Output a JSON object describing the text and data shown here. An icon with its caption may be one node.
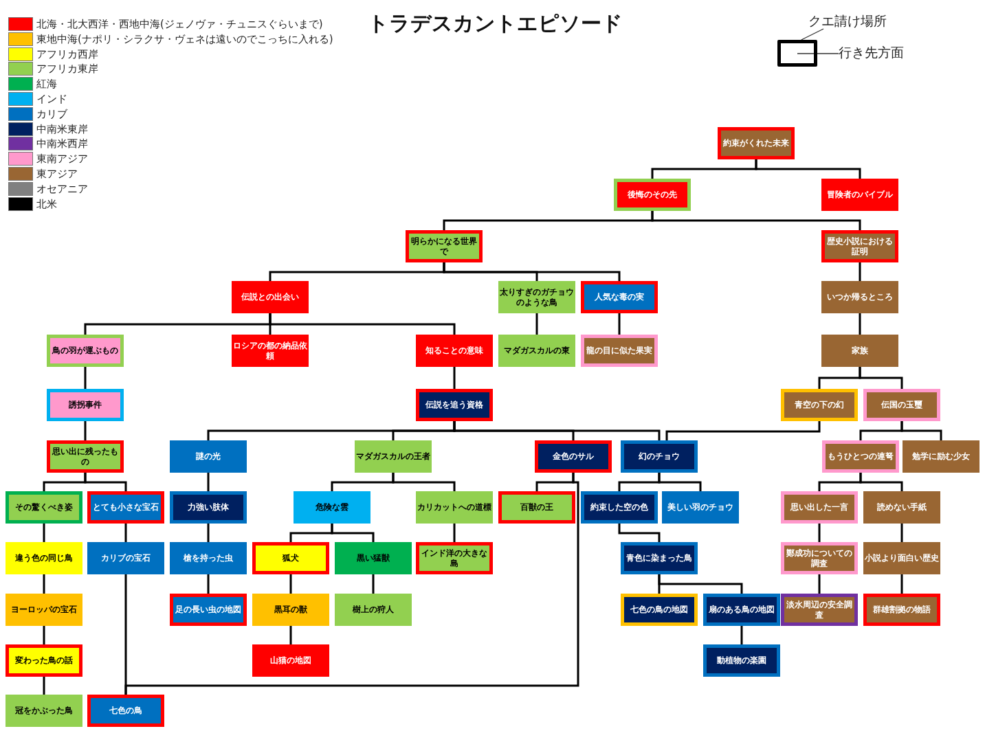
{
  "diagram": {
    "title": "トラデスカントエピソード",
    "nodes": [
      {
        "text": [
          "クエ請け場所"
        ]
      },
      {
        "text": [],
        "shape": "box"
      },
      {
        "text": [
          "行き先方面"
        ]
      },
      {
        "text": [
          "約束がくれた未来"
        ]
      },
      {
        "text": [
          "後悔のその先"
        ]
      },
      {
        "text": [
          "冒険者のバイブル"
        ]
      },
      {
        "text": [
          "明らかになる世界で"
        ]
      },
      {
        "text": [
          "歴史小説における証明"
        ]
      },
      {
        "text": [
          "伝説との出会い"
        ]
      },
      {
        "text": [
          "太りすぎのガチョウのような鳥"
        ]
      },
      {
        "text": [
          "人気な毒の実"
        ]
      },
      {
        "text": [
          "いつか帰るところ"
        ]
      },
      {
        "text": [
          "鳥の羽が運ぶもの"
        ]
      },
      {
        "text": [
          "ロシアの都の納品依頼"
        ]
      },
      {
        "text": [
          "知ることの意味"
        ]
      },
      {
        "text": [
          "マダガスカルの東"
        ]
      },
      {
        "text": [
          "龍の目に似た果実"
        ]
      },
      {
        "text": [
          "家族"
        ]
      },
      {
        "text": [
          "誘拐事件"
        ]
      },
      {
        "text": [
          "伝説を追う資格"
        ]
      },
      {
        "text": [
          "青空の下の幻"
        ]
      },
      {
        "text": [
          "伝国の玉璽"
        ]
      },
      {
        "text": [
          "思い出に残ったもの"
        ]
      },
      {
        "text": [
          "謎の光"
        ]
      },
      {
        "text": [
          "マダガスカルの王者"
        ]
      },
      {
        "text": [
          "金色のサル"
        ]
      },
      {
        "text": [
          "幻のチョウ"
        ]
      },
      {
        "text": [
          "もうひとつの連弩"
        ]
      },
      {
        "text": [
          "勉学に励む少女"
        ]
      },
      {
        "text": [
          "その驚くべき姿"
        ]
      },
      {
        "text": [
          "とても小さな宝石"
        ]
      },
      {
        "text": [
          "力強い肢体"
        ]
      },
      {
        "text": [
          "危険な雲"
        ]
      },
      {
        "text": [
          "カリカットへの道標"
        ]
      },
      {
        "text": [
          "百獣の王"
        ]
      },
      {
        "text": [
          "約束した空の色"
        ]
      },
      {
        "text": [
          "美しい羽のチョウ"
        ]
      },
      {
        "text": [
          "思い出した一言"
        ]
      },
      {
        "text": [
          "読めない手紙"
        ]
      },
      {
        "text": [
          "違う色の同じ鳥"
        ]
      },
      {
        "text": [
          "カリブの宝石"
        ]
      },
      {
        "text": [
          "槍を持った虫"
        ]
      },
      {
        "text": [
          "狐犬"
        ]
      },
      {
        "text": [
          "黒い猛獣"
        ]
      },
      {
        "text": [
          "インド洋の大きな島"
        ]
      },
      {
        "text": [
          "青色に染まった鳥"
        ]
      },
      {
        "text": [
          "鄭成功についての調査"
        ]
      },
      {
        "text": [
          "小説より面白い歴史"
        ]
      },
      {
        "text": [
          "ヨーロッパの宝石"
        ]
      },
      {
        "text": [
          "足の長い虫の地図"
        ]
      },
      {
        "text": [
          "黒耳の獣"
        ]
      },
      {
        "text": [
          "樹上の狩人"
        ]
      },
      {
        "text": [
          "七色の鳥の地図"
        ]
      },
      {
        "text": [
          "扇のある鳥の地図"
        ]
      },
      {
        "text": [
          "淡水周辺の安全調査"
        ]
      },
      {
        "text": [
          "群雄割拠の物語"
        ]
      },
      {
        "text": [
          "変わった鳥の話"
        ]
      },
      {
        "text": [
          "山猫の地図"
        ]
      },
      {
        "text": [
          "動植物の楽園"
        ]
      },
      {
        "text": [
          "冠をかぶった鳥"
        ]
      },
      {
        "text": [
          "七色の鳥"
        ]
      }
    ],
    "edges": [
      {
        "from": 0,
        "to": 1,
        "arrow": "none"
      },
      {
        "from": 2,
        "to": 1,
        "arrow": "none"
      },
      {
        "from": 3,
        "to": 4,
        "arrow": "none"
      },
      {
        "from": 3,
        "to": 5,
        "arrow": "none"
      },
      {
        "from": 4,
        "to": 6,
        "arrow": "none"
      },
      {
        "from": 4,
        "to": 7,
        "arrow": "none"
      },
      {
        "from": 6,
        "to": 8,
        "arrow": "none"
      },
      {
        "from": 6,
        "to": 9,
        "arrow": "none"
      },
      {
        "from": 6,
        "to": 10,
        "arrow": "none"
      },
      {
        "from": 7,
        "to": 11,
        "arrow": "none"
      },
      {
        "from": 8,
        "to": 12,
        "arrow": "none"
      },
      {
        "from": 8,
        "to": 13,
        "arrow": "none"
      },
      {
        "from": 8,
        "to": 14,
        "arrow": "none"
      },
      {
        "from": 9,
        "to": 15,
        "arrow": "none"
      },
      {
        "from": 10,
        "to": 16,
        "arrow": "none"
      },
      {
        "from": 11,
        "to": 17,
        "arrow": "none"
      },
      {
        "from": 12,
        "to": 18,
        "arrow": "none"
      },
      {
        "from": 14,
        "to": 19,
        "arrow": "none"
      },
      {
        "from": 17,
        "to": 20,
        "arrow": "none"
      },
      {
        "from": 17,
        "to": 21,
        "arrow": "none"
      },
      {
        "from": 18,
        "to": 22,
        "arrow": "none"
      },
      {
        "from": 19,
        "to": 23,
        "arrow": "none"
      },
      {
        "from": 19,
        "to": 24,
        "arrow": "none"
      },
      {
        "from": 19,
        "to": 25,
        "arrow": "none"
      },
      {
        "from": 19,
        "to": 26,
        "arrow": "none"
      },
      {
        "from": 20,
        "to": 26,
        "arrow": "none"
      },
      {
        "from": 21,
        "to": 27,
        "arrow": "none"
      },
      {
        "from": 21,
        "to": 28,
        "arrow": "none"
      },
      {
        "from": 22,
        "to": 29,
        "arrow": "none"
      },
      {
        "from": 22,
        "to": 30,
        "arrow": "none"
      },
      {
        "from": 23,
        "to": 31,
        "arrow": "none"
      },
      {
        "from": 24,
        "to": 32,
        "arrow": "none"
      },
      {
        "from": 24,
        "to": 33,
        "arrow": "none"
      },
      {
        "from": 25,
        "to": 34,
        "arrow": "none"
      },
      {
        "from": 25,
        "to": 60,
        "arrow": "none"
      },
      {
        "from": 26,
        "to": 35,
        "arrow": "none"
      },
      {
        "from": 26,
        "to": 36,
        "arrow": "none"
      },
      {
        "from": 27,
        "to": 37,
        "arrow": "none"
      },
      {
        "from": 27,
        "to": 38,
        "arrow": "none"
      },
      {
        "from": 29,
        "to": 39,
        "arrow": "none"
      },
      {
        "from": 30,
        "to": 40,
        "arrow": "none"
      },
      {
        "from": 31,
        "to": 41,
        "arrow": "none"
      },
      {
        "from": 32,
        "to": 42,
        "arrow": "none"
      },
      {
        "from": 32,
        "to": 43,
        "arrow": "none"
      },
      {
        "from": 33,
        "to": 44,
        "arrow": "none"
      },
      {
        "from": 35,
        "to": 45,
        "arrow": "none"
      },
      {
        "from": 37,
        "to": 46,
        "arrow": "none"
      },
      {
        "from": 38,
        "to": 47,
        "arrow": "none"
      },
      {
        "from": 39,
        "to": 48,
        "arrow": "none"
      },
      {
        "from": 40,
        "to": 60,
        "arrow": "none"
      },
      {
        "from": 41,
        "to": 49,
        "arrow": "none"
      },
      {
        "from": 42,
        "to": 50,
        "arrow": "none"
      },
      {
        "from": 43,
        "to": 51,
        "arrow": "none"
      },
      {
        "from": 45,
        "to": 52,
        "arrow": "none"
      },
      {
        "from": 45,
        "to": 53,
        "arrow": "none"
      },
      {
        "from": 46,
        "to": 54,
        "arrow": "none"
      },
      {
        "from": 47,
        "to": 55,
        "arrow": "none"
      },
      {
        "from": 48,
        "to": 56,
        "arrow": "none"
      },
      {
        "from": 50,
        "to": 57,
        "arrow": "none"
      },
      {
        "from": 53,
        "to": 58,
        "arrow": "none"
      },
      {
        "from": 56,
        "to": 59,
        "arrow": "none"
      }
    ],
    "legend": [
      {
        "text": "北海・北大西洋・西地中海(ジェノヴァ・チュニスぐらいまで)",
        "color": "#ff0000"
      },
      {
        "text": "東地中海(ナポリ・シラクサ・ヴェネは遠いのでこっちに入れる)",
        "color": "#ffc000"
      },
      {
        "text": "アフリカ西岸",
        "color": "#ffff00"
      },
      {
        "text": "アフリカ東岸",
        "color": "#92d050"
      },
      {
        "text": "紅海",
        "color": "#00b050"
      },
      {
        "text": "インド",
        "color": "#00b0f0"
      },
      {
        "text": "カリブ",
        "color": "#0070c0"
      },
      {
        "text": "中南米東岸",
        "color": "#002060"
      },
      {
        "text": "中南米西岸",
        "color": "#7030a0"
      },
      {
        "text": "東南アジア",
        "color": "#ff99cc"
      },
      {
        "text": "東アジア",
        "color": "#996633"
      },
      {
        "text": "オセアニア",
        "color": "#808080"
      },
      {
        "text": "北米",
        "color": "#000000"
      }
    ]
  }
}
